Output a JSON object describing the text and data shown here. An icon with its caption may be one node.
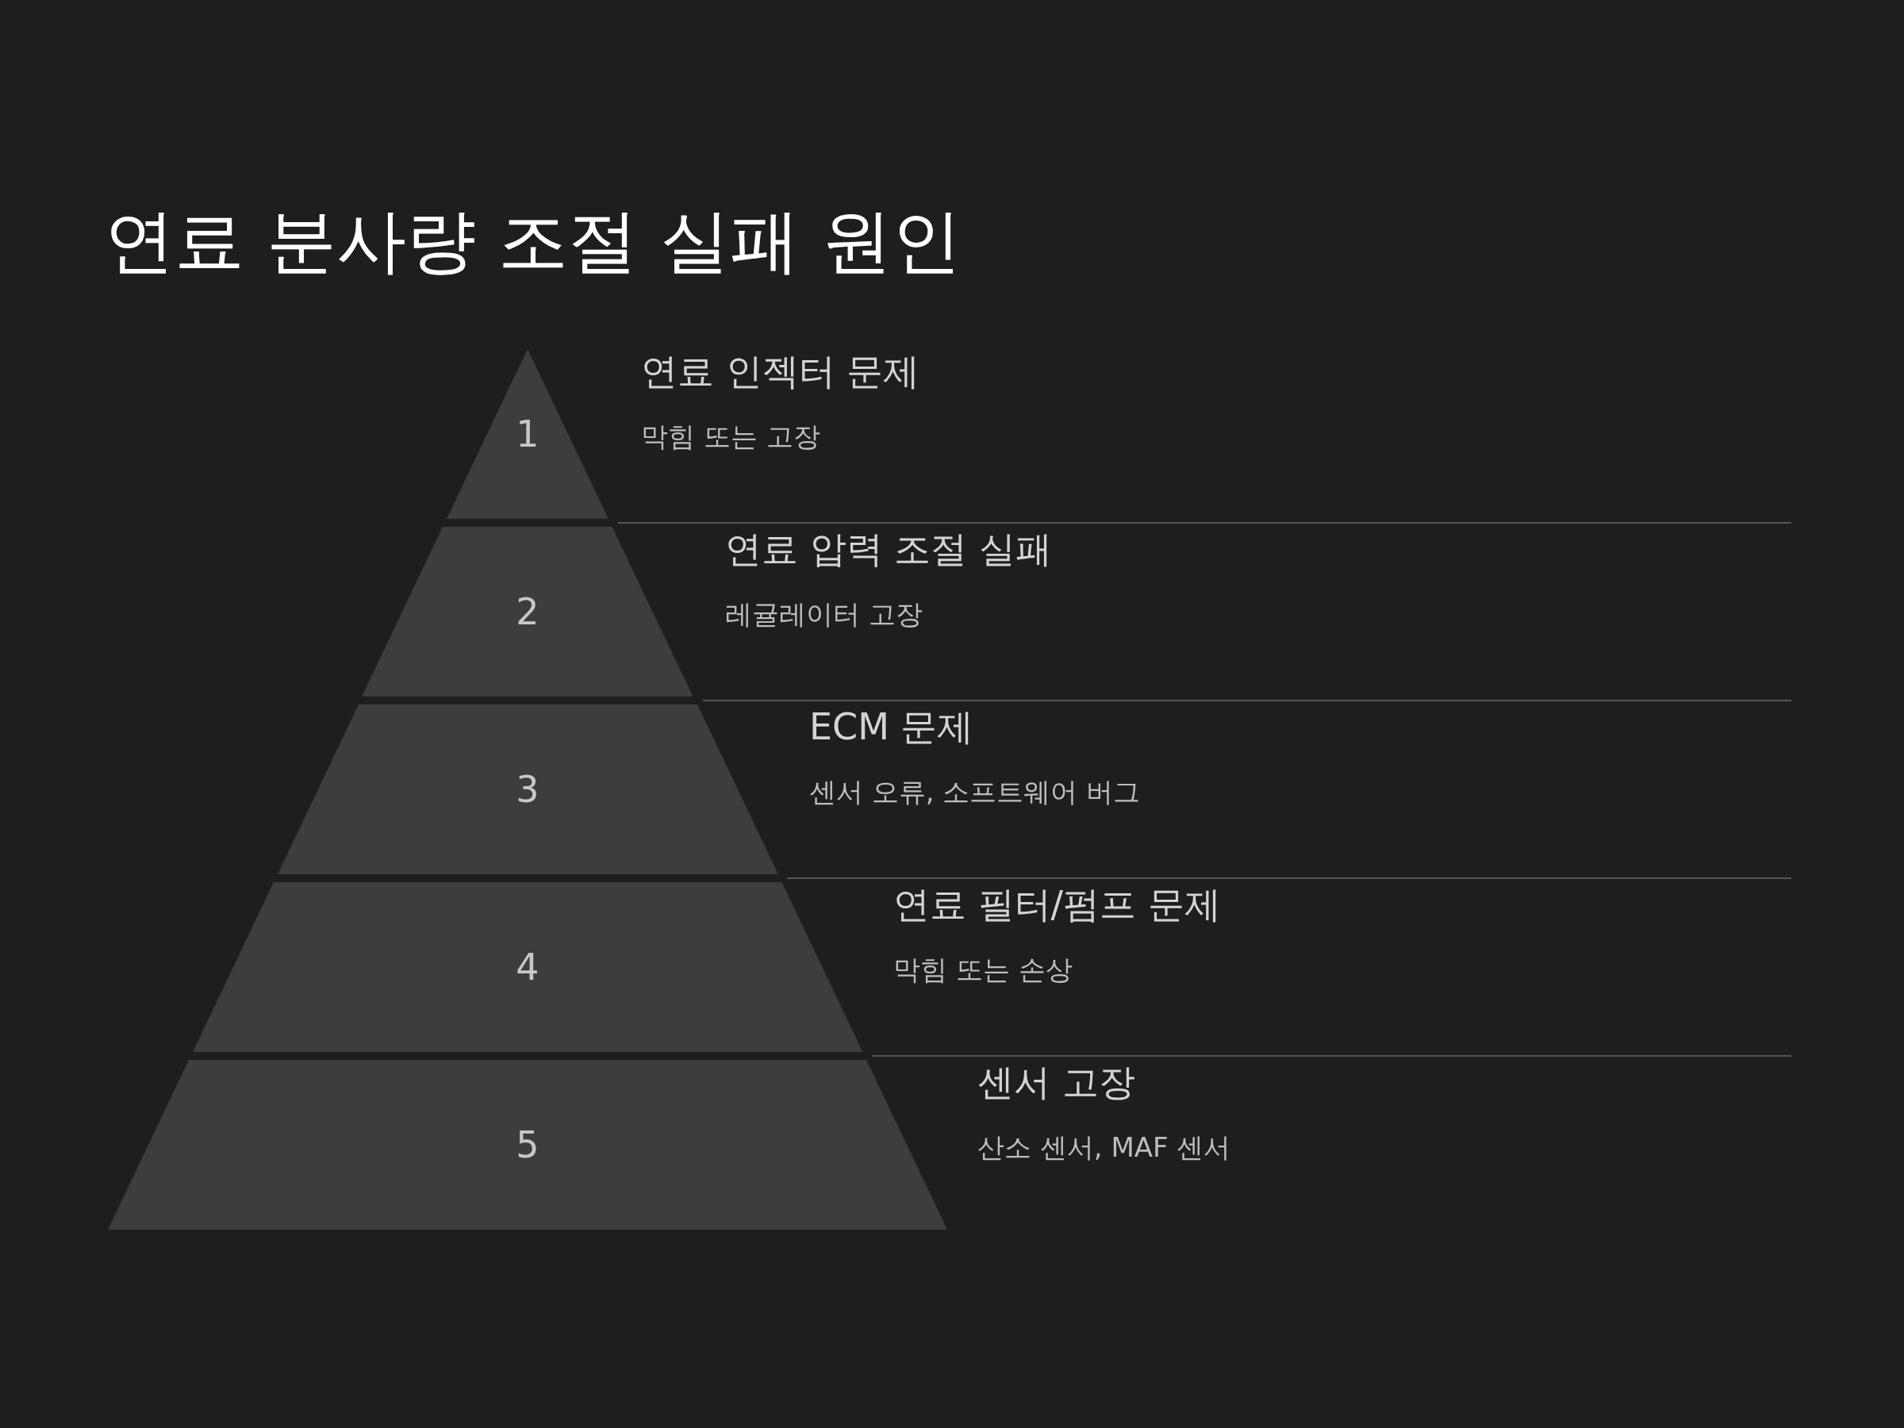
{
  "diagram": {
    "title": "연료 분사량 조절 실패 원인",
    "nodes": [
      {
        "text": [
          "1"
        ],
        "beside": [
          "연료 인젝터 문제",
          "막힘 또는 고장"
        ]
      },
      {
        "text": [
          "2"
        ],
        "beside": [
          "연료 압력 조절 실패",
          "레귤레이터 고장"
        ]
      },
      {
        "text": [
          "3"
        ],
        "beside": [
          "ECM 문제",
          "센서 오류, 소프트웨어 버그"
        ]
      },
      {
        "text": [
          "4"
        ],
        "beside": [
          "연료 필터/펌프 문제",
          "막힘 또는 손상"
        ]
      },
      {
        "text": [
          "5"
        ],
        "beside": [
          "센서 고장",
          "산소 센서, MAF 센서"
        ]
      }
    ]
  }
}
